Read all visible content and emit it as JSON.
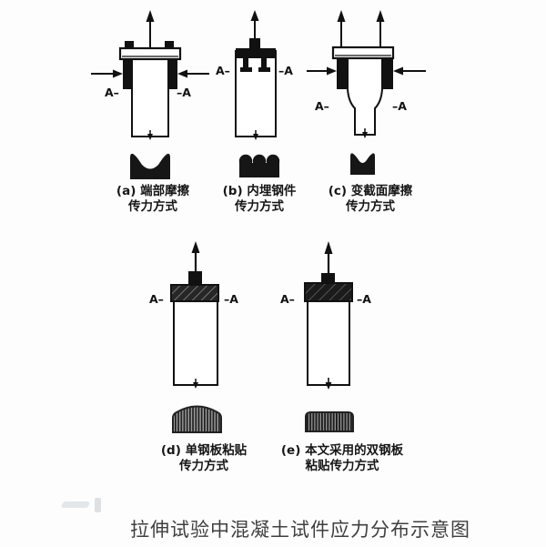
{
  "figure": {
    "caption": "拉伸试验中混凝土试件应力分布示意图"
  },
  "diagrams": [
    {
      "key": "a",
      "line1": "(a) 端部摩擦",
      "line2": "传力方式",
      "left_mark": "A–",
      "right_mark": "–A"
    },
    {
      "key": "b",
      "line1": "(b) 内埋钢件",
      "line2": "传力方式",
      "left_mark": "A–",
      "right_mark": "–A"
    },
    {
      "key": "c",
      "line1": "(c) 变截面摩擦",
      "line2": "传力方式",
      "left_mark": "A–",
      "right_mark": "–A"
    },
    {
      "key": "d",
      "line1": "(d) 单钢板粘贴",
      "line2": "传力方式",
      "left_mark": "A–",
      "right_mark": "–A"
    },
    {
      "key": "e",
      "line1": "(e) 本文采用的双钢板",
      "line2": "粘贴传力方式",
      "left_mark": "A–",
      "right_mark": "–A"
    }
  ],
  "colors": {
    "ink": "#111111",
    "background": "#fdfdfd"
  }
}
